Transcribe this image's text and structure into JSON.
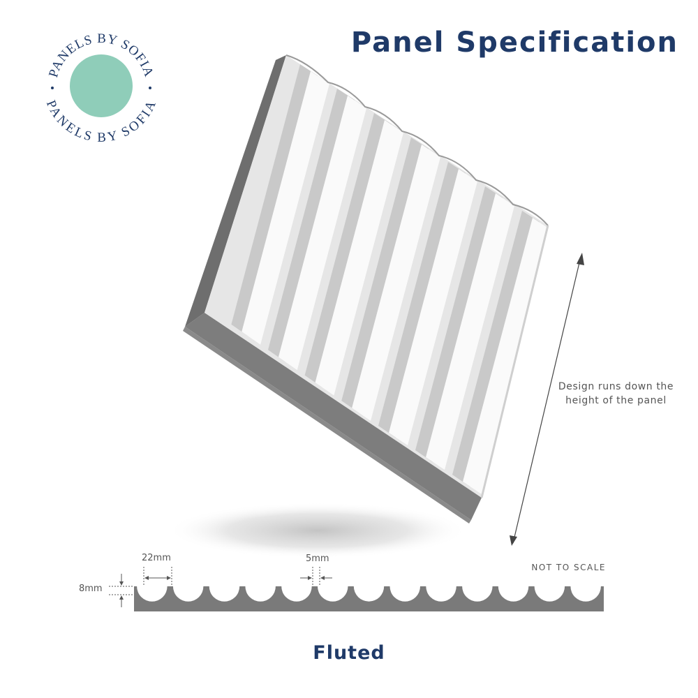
{
  "brand": {
    "name_top": "PANELS BY SOFIA",
    "name_bottom": "PANELS BY SOFIA",
    "color": "#1f3a68",
    "accent": "#8fcdb9"
  },
  "title": "Panel Specification",
  "direction_note": {
    "line1": "Design runs down the",
    "line2": "height of the panel"
  },
  "scale_note": "NOT TO SCALE",
  "dimensions": {
    "flute_width": "22mm",
    "gap": "5mm",
    "depth": "8mm"
  },
  "profile": {
    "flute_count": 13,
    "color": "#7a7a7a"
  },
  "panel_name": "Fluted"
}
